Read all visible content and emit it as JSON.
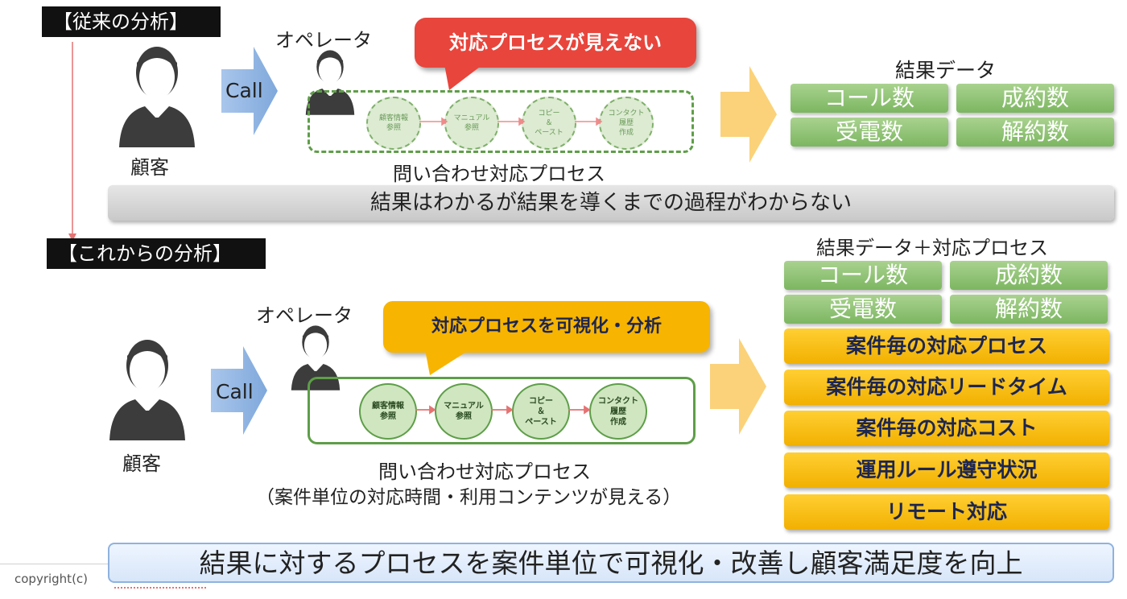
{
  "top": {
    "section_label": "【従来の分析】",
    "customer_label": "顧客",
    "call_label": "Call",
    "operator_label": "オペレータ",
    "callout": "対応プロセスが見えない",
    "process_steps": [
      "顧客情報\n参照",
      "マニュアル\n参照",
      "コピー\n＆\nペースト",
      "コンタクト\n履歴\n作成"
    ],
    "process_caption": "問い合わせ対応プロセス",
    "result_title": "結果データ",
    "result_boxes": [
      "コール数",
      "成約数",
      "受電数",
      "解約数"
    ],
    "band_text": "結果はわかるが結果を導くまでの過程がわからない"
  },
  "bottom": {
    "section_label": "【これからの分析】",
    "customer_label": "顧客",
    "call_label": "Call",
    "operator_label": "オペレータ",
    "callout": "対応プロセスを可視化・分析",
    "process_steps": [
      "顧客情報\n参照",
      "マニュアル\n参照",
      "コピー\n＆\nペースト",
      "コンタクト\n履歴\n作成"
    ],
    "process_caption": "問い合わせ対応プロセス",
    "process_caption2": "（案件単位の対応時間・利用コンテンツが見える）",
    "result_title": "結果データ＋対応プロセス",
    "result_boxes": [
      "コール数",
      "成約数",
      "受電数",
      "解約数"
    ],
    "orange_items": [
      "案件毎の対応プロセス",
      "案件毎の対応リードタイム",
      "案件毎の対応コスト",
      "運用ルール遵守状況",
      "リモート対応"
    ]
  },
  "footer": {
    "band_text": "結果に対するプロセスを案件単位で可視化・改善し顧客満足度を向上",
    "copyright": "copyright(c)"
  },
  "colors": {
    "red_callout": "#e8453c",
    "yellow_callout": "#f7b400",
    "green_box": "#8cc270",
    "blue_arrow": "#7fa8db",
    "yellow_arrow": "#fbd27a"
  }
}
